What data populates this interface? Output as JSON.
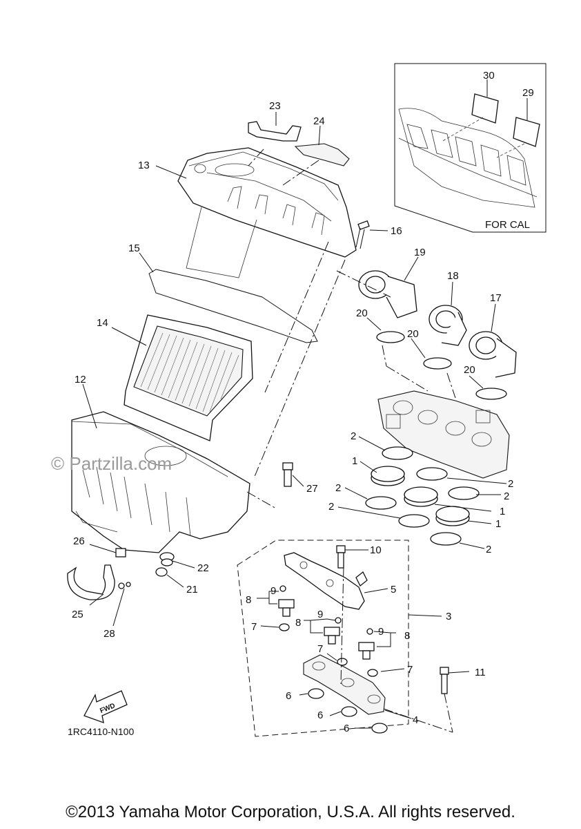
{
  "inset": {
    "label": "FOR CAL",
    "callouts": [
      "30",
      "29"
    ]
  },
  "callouts": {
    "c1a": "1",
    "c1b": "1",
    "c1c": "1",
    "c2a": "2",
    "c2b": "2",
    "c2c": "2",
    "c2d": "2",
    "c2e": "2",
    "c2f": "2",
    "c3": "3",
    "c4": "4",
    "c5": "5",
    "c6a": "6",
    "c6b": "6",
    "c6c": "6",
    "c7a": "7",
    "c7b": "7",
    "c7c": "7",
    "c8a": "8",
    "c8b": "8",
    "c8c": "8",
    "c9a": "9",
    "c9b": "9",
    "c9c": "9",
    "c10": "10",
    "c11": "11",
    "c12": "12",
    "c13": "13",
    "c14": "14",
    "c15": "15",
    "c16": "16",
    "c17": "17",
    "c18": "18",
    "c19": "19",
    "c20a": "20",
    "c20b": "20",
    "c20c": "20",
    "c21": "21",
    "c22": "22",
    "c23": "23",
    "c24": "24",
    "c25": "25",
    "c26": "26",
    "c27": "27",
    "c28": "28"
  },
  "watermark": "© Partzilla.com",
  "fwd_label": "FWD",
  "diagram_code": "1RC4110-N100",
  "copyright": "©2013 Yamaha Motor Corporation, U.S.A. All rights reserved."
}
